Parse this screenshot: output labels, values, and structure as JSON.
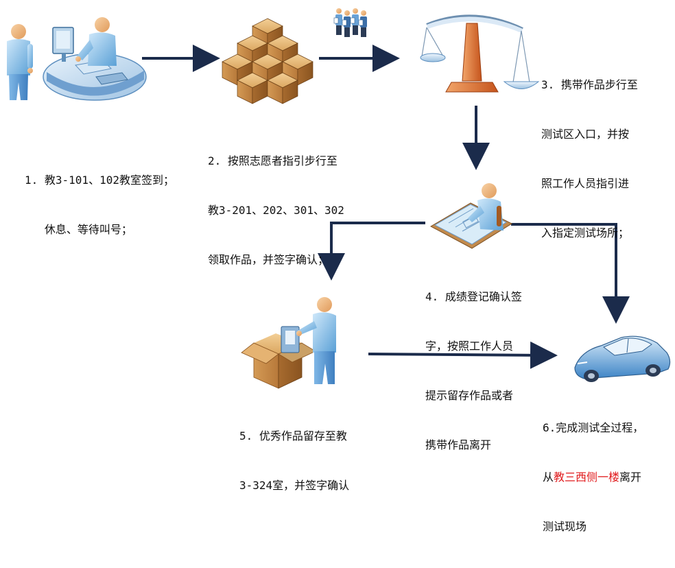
{
  "steps": [
    {
      "lines": [
        "1. 教3-101、102教室签到；",
        "   休息、等待叫号；"
      ]
    },
    {
      "lines": [
        "2. 按照志愿者指引步行至",
        "教3-201、202、301、302",
        "领取作品，并签字确认；"
      ]
    },
    {
      "lines": [
        "3. 携带作品步行至",
        "测试区入口，并按",
        "照工作人员指引进",
        "入指定测试场所；"
      ]
    },
    {
      "lines": [
        "4. 成绩登记确认签",
        "字，按照工作人员",
        "提示留存作品或者",
        "携带作品离开"
      ]
    },
    {
      "lines": [
        "5. 优秀作品留存至教",
        "3-324室，并签字确认"
      ]
    },
    {
      "line1": "6.完成测试全过程，",
      "line2_prefix": "从",
      "line2_highlight": "教三西侧一楼",
      "line2_suffix": "离开",
      "line3": "测试现场"
    }
  ],
  "icons": [
    "reception-desk-icon",
    "boxes-icon",
    "people-group-icon",
    "scale-icon",
    "drafting-table-icon",
    "packing-box-icon",
    "car-icon"
  ],
  "colors": {
    "arrow": "#1b2b4b",
    "highlight": "#e0191b",
    "text": "#111111"
  }
}
